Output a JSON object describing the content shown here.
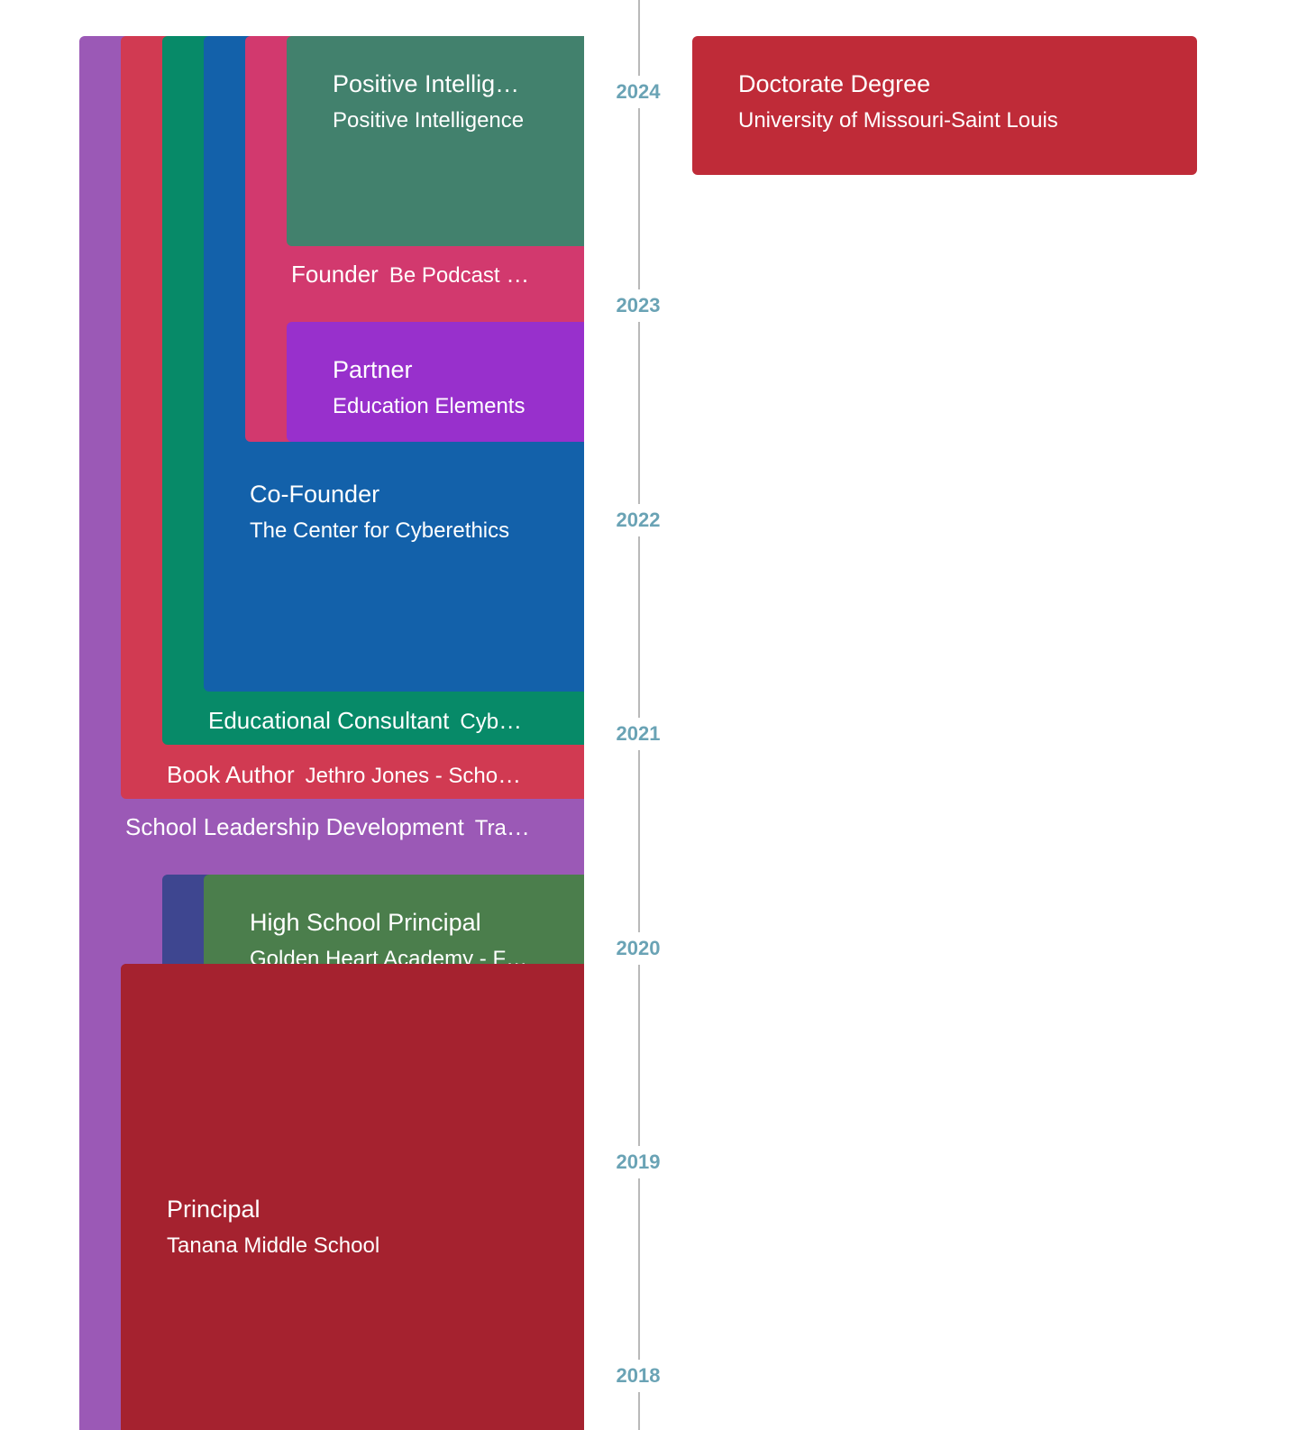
{
  "colors": {
    "school_leadership": "#9b59b6",
    "book_author": "#d13a52",
    "educational_consultant": "#078a68",
    "co_founder": "#1361aa",
    "founder_podcast": "#d2396e",
    "positive_intelligence": "#42816d",
    "partner": "#9830cc",
    "hs_principal_back": "#3e4690",
    "hs_principal": "#4b7e4c",
    "principal": "#a5222f",
    "doctorate": "#bf2b38",
    "axis_year": "#6aa3b5"
  },
  "experience": {
    "positive_intelligence": {
      "title": "Positive Intelligence Coach",
      "org": "Positive Intelligence"
    },
    "founder": {
      "title": "Founder",
      "org": "Be Podcast Network"
    },
    "partner": {
      "title": "Partner",
      "org": "Education Elements"
    },
    "co_founder": {
      "title": "Co-Founder",
      "org": "The Center for Cyberethics"
    },
    "educational_consultant": {
      "title": "Educational Consultant",
      "org": "Cyberethics"
    },
    "book_author": {
      "title": "Book Author",
      "org": "Jethro Jones - School Leadership"
    },
    "school_leadership": {
      "title": "School Leadership Development",
      "org": "Transformative Principal"
    },
    "hs_principal": {
      "title": "High School Principal",
      "org": "Golden Heart Academy - Fairbanks"
    },
    "principal": {
      "title": "Principal",
      "org": "Tanana Middle School"
    }
  },
  "education": {
    "doctorate": {
      "title": "Doctorate Degree",
      "org": "University of Missouri-Saint Louis"
    }
  },
  "axis": {
    "years": [
      "2024",
      "2023",
      "2022",
      "2021",
      "2020",
      "2019",
      "2018"
    ]
  }
}
